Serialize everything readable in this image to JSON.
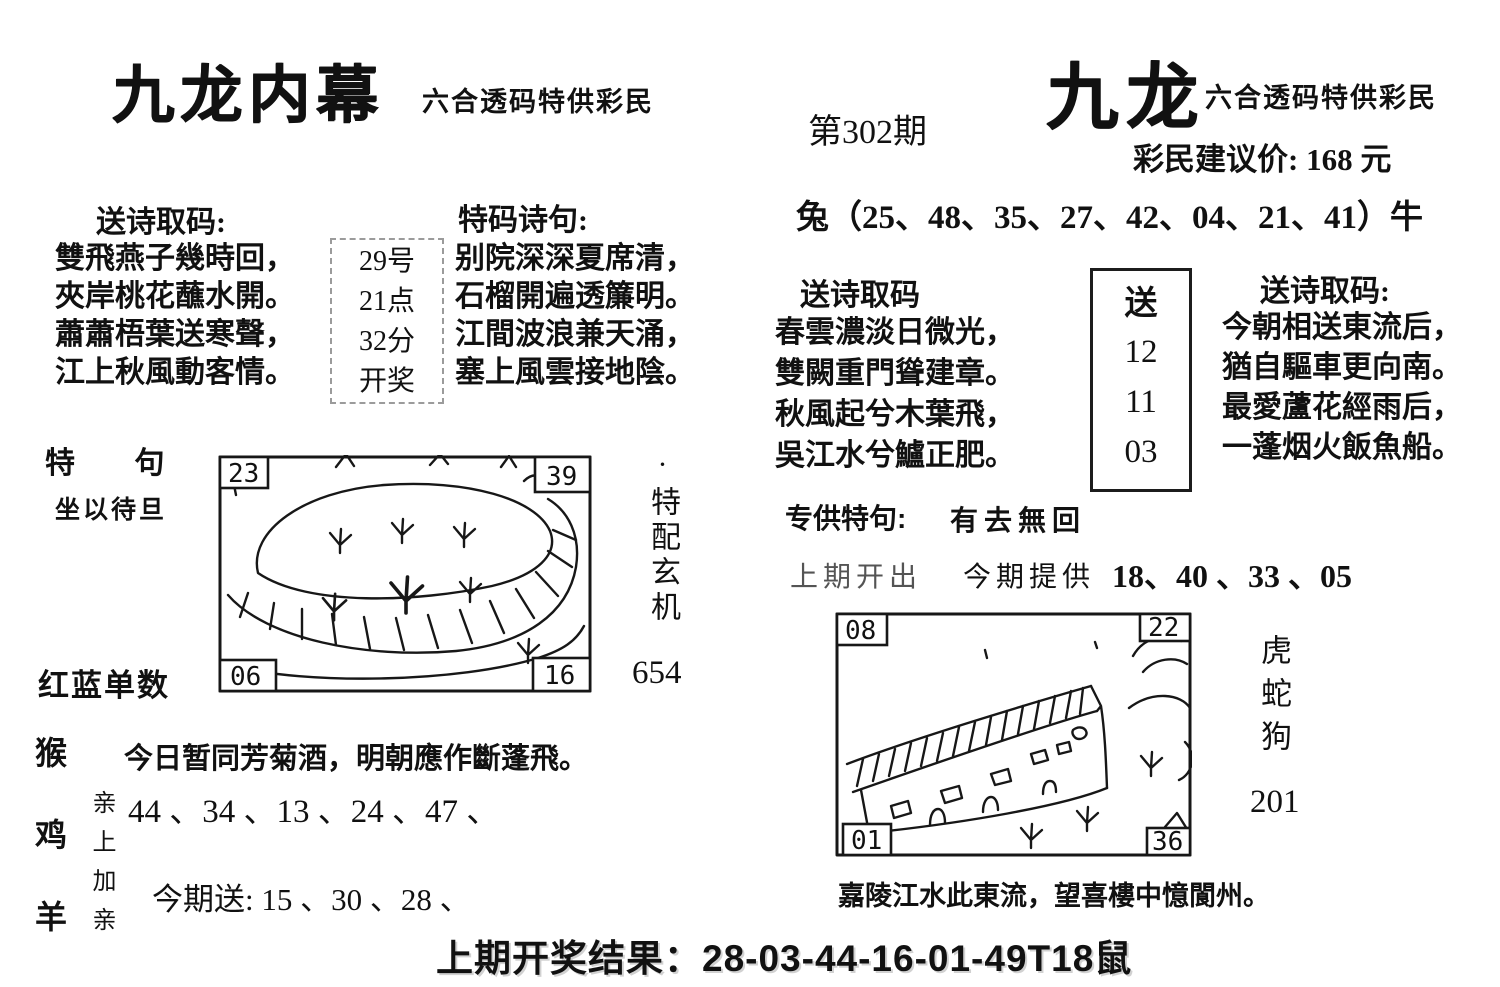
{
  "header": {
    "left_title": "九龙内幕",
    "left_subtitle": "六合透码特供彩民",
    "right_title": "九龙",
    "right_subtitle": "六合透码特供彩民",
    "issue": "第302期",
    "price_line": "彩民建议价: 168 元",
    "zodiac_bracket_line": "兔（25、48、35、27、42、04、21、41）牛"
  },
  "left_panel": {
    "song_shi_label": "送诗取码:",
    "te_ma_label": "特码诗句:",
    "song_shi_poem": [
      "雙飛燕子幾時回，",
      "夾岸桃花蘸水開。",
      "蕭蕭梧葉送寒聲，",
      "江上秋風動客情。"
    ],
    "draw_box_rows": [
      "29号",
      "21点",
      "32分",
      "开奖"
    ],
    "te_ma_poem": [
      "别院深深夏席清，",
      "石榴開遍透簾明。",
      "江間波浪兼天涌，",
      "塞上風雲接地陰。"
    ],
    "te_ju_label": "特 句",
    "te_ju_phrase": "坐以待旦",
    "hong_lan_label": "红蓝单数",
    "sketch_corners": {
      "tl": "23",
      "tr": "39",
      "bl": "06",
      "br": "16"
    },
    "mystery_label": "·特配玄机",
    "mystery_code": "654"
  },
  "bottom_left": {
    "zodiac_column": "猴鸡羊",
    "qin_column": "亲上加亲",
    "poem_line": "今日暂同芳菊酒，明朝應作斷蓬飛。",
    "numbers_line": "44 、34 、13 、24 、47 、",
    "gift_line": "今期送: 15 、30 、28 、"
  },
  "right_panel": {
    "song_shi_mid_label": "送诗取码",
    "song_shi_mid_poem": [
      "春雲濃淡日微光，",
      "雙闕重門聳建章。",
      "秋風起兮木葉飛，",
      "吳江水兮鱸正肥。"
    ],
    "song_box": {
      "title": "送",
      "numbers": [
        "12",
        "11",
        "03"
      ]
    },
    "song_shi_right_label": "送诗取码:",
    "song_shi_right_poem": [
      "今朝相送東流后，",
      "猶自驅車更向南。",
      "最愛蘆花經雨后，",
      "一蓬烟火飯魚船。"
    ],
    "te_gong_label": "专供特句:",
    "te_gong_phrase": "有去無回",
    "prev_open_label": "上期开出",
    "current_offer_label": "今期提供",
    "current_offer_numbers": "18、40 、33 、05",
    "sketch_corners": {
      "tl": "08",
      "tr": "22",
      "bl": "01",
      "br": "36"
    },
    "sketch_caption": "嘉陵江水此東流，望喜樓中憶閬州。",
    "zodiac_column": "虎蛇狗",
    "mystery_code": "201"
  },
  "footer": {
    "result_line": "上期开奖结果：28-03-44-16-01-49T18鼠"
  }
}
